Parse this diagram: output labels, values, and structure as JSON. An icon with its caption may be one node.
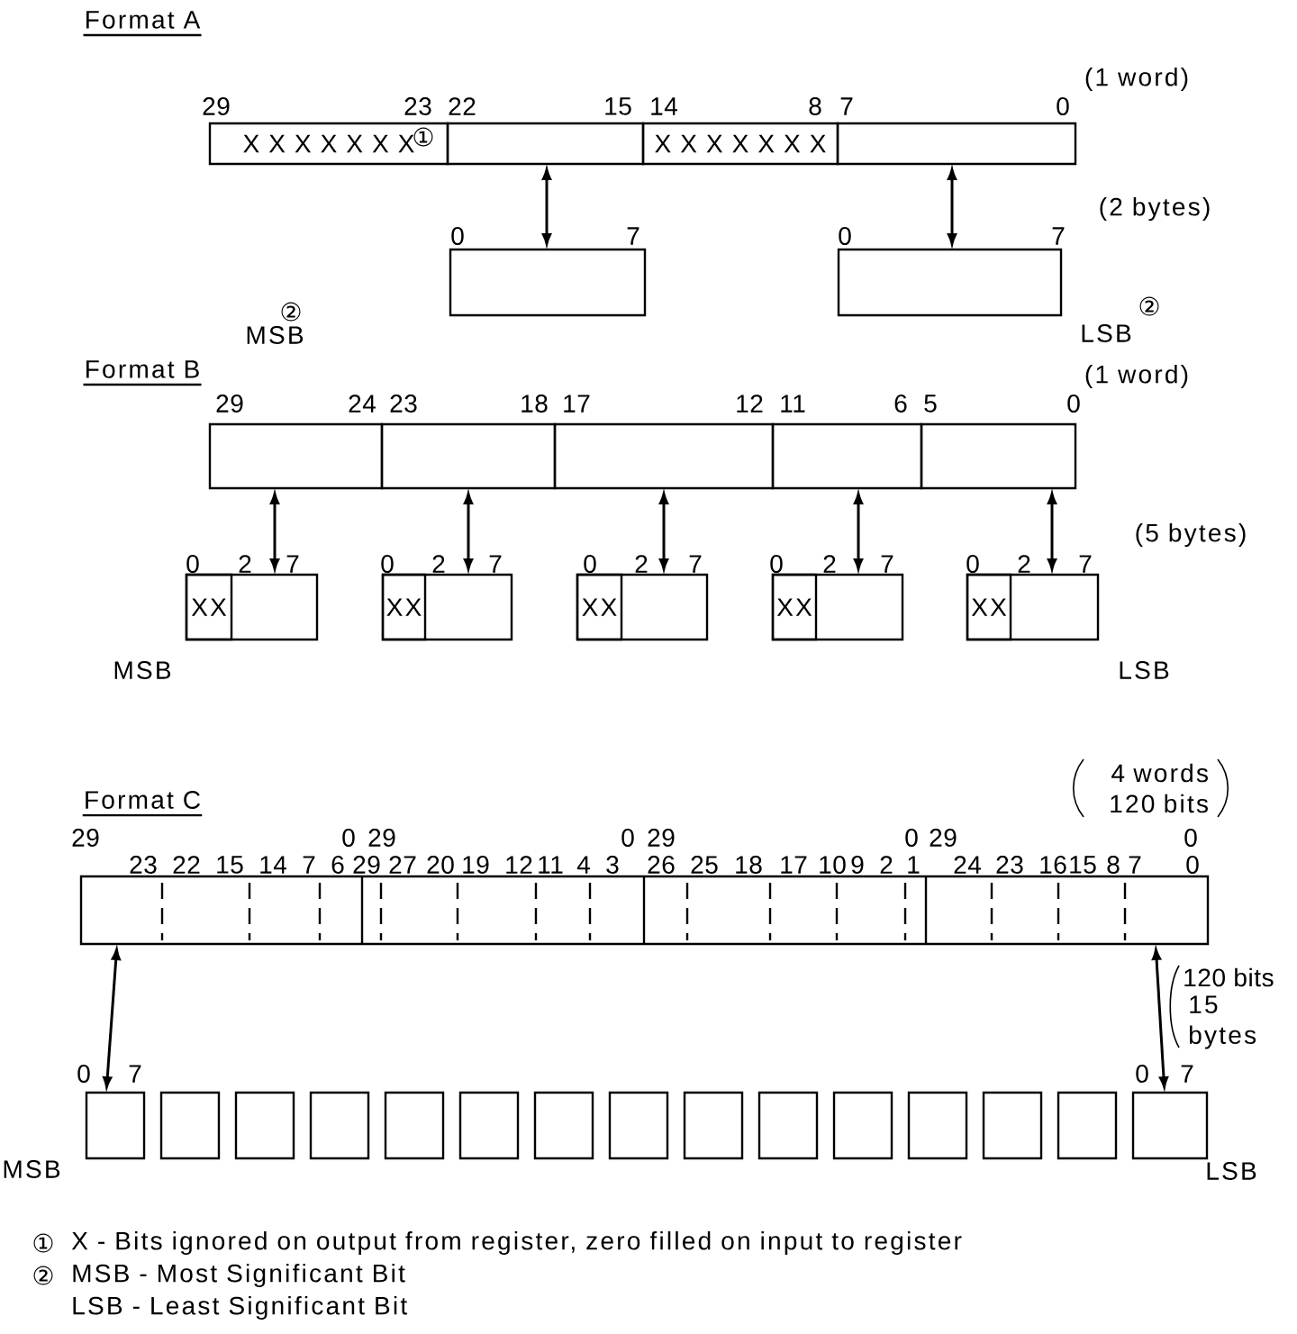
{
  "diagram": {
    "nodes": [
      {
        "text": [
          "X X X X X X X"
        ]
      },
      {
        "text": [],
        "shape": "box"
      },
      {
        "text": [
          "X X X X X X X"
        ]
      },
      {
        "text": [],
        "shape": "box"
      },
      {
        "text": [],
        "shape": "box"
      },
      {
        "text": [],
        "shape": "box"
      },
      {
        "text": [],
        "shape": "box"
      },
      {
        "text": [],
        "shape": "box"
      },
      {
        "text": [],
        "shape": "box"
      },
      {
        "text": [],
        "shape": "box"
      },
      {
        "text": [],
        "shape": "box"
      },
      {
        "text": [],
        "shape": "box"
      },
      {
        "text": [
          "XX"
        ],
        "in": 11
      },
      {
        "text": [],
        "shape": "box"
      },
      {
        "text": [
          "XX"
        ],
        "in": 13
      },
      {
        "text": [],
        "shape": "box"
      },
      {
        "text": [
          "XX"
        ],
        "in": 15
      },
      {
        "text": [],
        "shape": "box"
      },
      {
        "text": [
          "XX"
        ],
        "in": 17
      },
      {
        "text": [],
        "shape": "box"
      },
      {
        "text": [
          "XX"
        ],
        "in": 19
      },
      {
        "text": [],
        "shape": "box"
      },
      {
        "text": [],
        "shape": "box"
      },
      {
        "text": [],
        "shape": "box"
      },
      {
        "text": [],
        "shape": "box"
      },
      {
        "text": [],
        "shape": "box"
      },
      {
        "text": [],
        "shape": "box"
      },
      {
        "text": [],
        "shape": "box"
      },
      {
        "text": [],
        "shape": "box"
      },
      {
        "text": [],
        "shape": "box"
      },
      {
        "text": [],
        "shape": "box"
      },
      {
        "text": [],
        "shape": "box"
      },
      {
        "text": [],
        "shape": "box"
      },
      {
        "text": [],
        "shape": "box"
      },
      {
        "text": [],
        "shape": "box"
      },
      {
        "text": [],
        "shape": "box"
      },
      {
        "text": [],
        "shape": "box"
      }
    ],
    "edges": [
      {
        "from": 1,
        "to": 4,
        "arrow": "both"
      },
      {
        "from": 3,
        "to": 5,
        "arrow": "both"
      },
      {
        "from": 6,
        "to": 11,
        "arrow": "both"
      },
      {
        "from": 7,
        "to": 13,
        "arrow": "both"
      },
      {
        "from": 8,
        "to": 15,
        "arrow": "both"
      },
      {
        "from": 9,
        "to": 17,
        "arrow": "both"
      },
      {
        "from": 10,
        "to": 19,
        "arrow": "both"
      },
      {
        "from": 21,
        "to": 22,
        "arrow": "both"
      },
      {
        "from": 21,
        "to": 36,
        "arrow": "both"
      }
    ],
    "labels": [
      "Format A",
      "(1 word)",
      "29",
      "23",
      "22",
      "15",
      "14",
      "8",
      "7",
      "0",
      "①",
      "(2 bytes)",
      "0",
      "7",
      "0",
      "7",
      "MSB",
      "②",
      "LSB",
      "②",
      "Format B",
      "(1 word)",
      "29",
      "24",
      "23",
      "18",
      "17",
      "12",
      "11",
      "6",
      "5",
      "0",
      "(5 bytes)",
      "0",
      "2",
      "7",
      "0",
      "2",
      "7",
      "0",
      "2",
      "7",
      "0",
      "2",
      "7",
      "0",
      "2",
      "7",
      "MSB",
      "LSB",
      "4 words 120 bits",
      "Format C",
      "29",
      "0",
      "29",
      "0",
      "29",
      "0",
      "29",
      "0",
      "23",
      "22",
      "15",
      "14",
      "7",
      "6",
      "29",
      "27",
      "20",
      "19",
      "12",
      "11",
      "4",
      "3",
      "26",
      "25",
      "18",
      "17",
      "10",
      "9",
      "2",
      "1",
      "24",
      "23",
      "16",
      "15",
      "8",
      "7",
      "0",
      "120 bits",
      "15 bytes",
      "0",
      "7",
      "0",
      "7",
      "MSB",
      "LSB",
      "①",
      "X - Bits ignored on output from register, zero filled on input to register",
      "②",
      "MSB - Most Significant Bit",
      "LSB - Least Significant Bit"
    ]
  }
}
